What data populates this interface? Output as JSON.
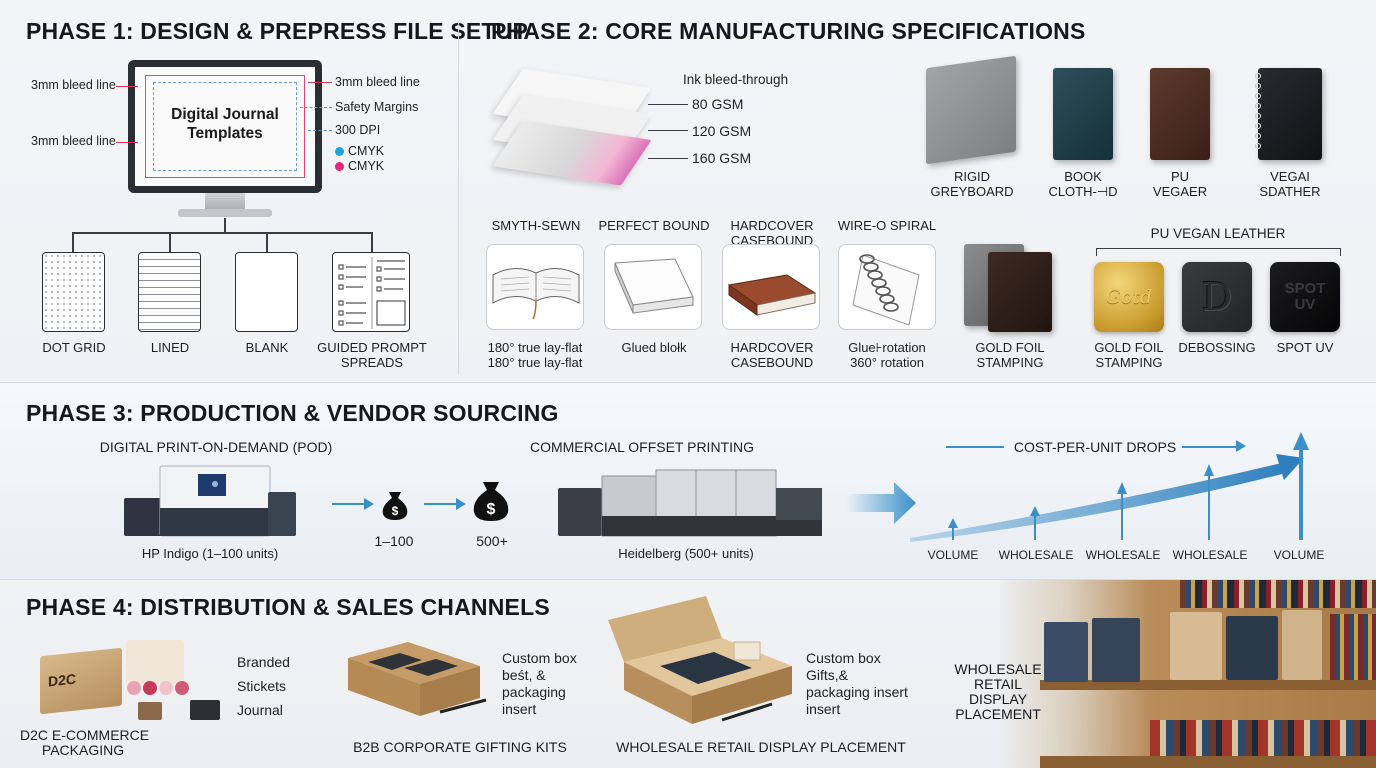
{
  "phase1": {
    "title": "PHASE 1: DESIGN & PREPRESS FILE SETUP",
    "screen_title_line1": "Digital Journal",
    "screen_title_line2": "Templates",
    "left_labels": [
      "3mm bleed line",
      "3mm bleed line"
    ],
    "right_labels": [
      "3mm bleed line",
      "Safety Margins",
      "300 DPI",
      "CMYK",
      "CMYK"
    ],
    "templates": [
      {
        "label": "DOT GRID"
      },
      {
        "label": "LINED"
      },
      {
        "label": "BLANK"
      },
      {
        "label": "GUIDED PROMPT",
        "label2": "SPREADS"
      }
    ]
  },
  "phase2": {
    "title": "PHASE 2: CORE MANUFACTURING SPECIFICATIONS",
    "paper_heading": "Ink bleed-through",
    "paper_weights": [
      "80 GSM",
      "120 GSM",
      "160 GSM"
    ],
    "covers": [
      {
        "l1": "RIGID",
        "l2": "GREYBOARD",
        "color": "#8e8f90"
      },
      {
        "l1": "BOOK",
        "l2": "CLOTH-⊣D",
        "color": "#1f3c44"
      },
      {
        "l1": "PU",
        "l2": "VEGAER",
        "color": "#4a2c22"
      },
      {
        "l1": "VEGAI",
        "l2": "SDATHER",
        "color": "#1e1f21"
      }
    ],
    "bindings": [
      {
        "title": "SMYTH-SEWN",
        "cap1": "180° true lay-flat",
        "cap2": "180° true lay-flat"
      },
      {
        "title": "PERFECT BOUND",
        "cap1": "Glued blołk",
        "cap2": ""
      },
      {
        "title": "HARDCOVER",
        "title2": "CASEBOUND",
        "cap1": "HARDCOVER",
        "cap2": "CASEBOUND"
      },
      {
        "title": "WIRE-O SPIRAL",
        "cap1": "Glue⊦rotation",
        "cap2": "360° rotation"
      }
    ],
    "foil_label1": "GOLD FOIL",
    "foil_label2": "STAMPING",
    "finish_heading": "PU VEGAN LEATHER",
    "finishes": [
      {
        "l1": "GOLD FOIL",
        "l2": "STAMPING",
        "mark": "Gotd"
      },
      {
        "l1": "DEBOSSING",
        "l2": "",
        "mark": "D"
      },
      {
        "l1": "SPOT UV",
        "l2": "",
        "mark": "SPOT UV"
      }
    ]
  },
  "phase3": {
    "title": "PHASE 3: PRODUCTION & VENDOR SOURCING",
    "pod_heading": "DIGITAL PRINT-ON-DEMAND (POD)",
    "pod_caption": "HP Indigo (1–100 units)",
    "tier1": "1–100",
    "tier2": "500+",
    "offset_heading": "COMMERCIAL OFFSET PRINTING",
    "offset_caption": "Heidelberg (500+ units)",
    "cost_heading": "COST-PER-UNIT DROPS",
    "cost_labels": [
      "VOLUME",
      "WHOLESALE",
      "WHOLESALE",
      "WHOLESALE",
      "VOLUME"
    ],
    "accent": "#3b8fc9"
  },
  "phase4": {
    "title": "PHASE 4: DISTRIBUTION & SALES CHANNELS",
    "d2c_list": [
      "Branded",
      "Stickets",
      "Journal"
    ],
    "d2c_caption1": "D2C E-COMMERCE",
    "d2c_caption2": "PACKAGING",
    "box_label": "D2C",
    "b2b_note": [
      "Custom box",
      "beśt, &",
      "packaging",
      "insert"
    ],
    "b2b_caption": "B2B CORPORATE GIFTING KITS",
    "retail_note": [
      "Custom box",
      "Gifts,&",
      "packaging insert",
      "insert"
    ],
    "retail_caption": "WHOLESALE RETAIL DISPLAY PLACEMENT",
    "shelf_label": [
      "WHOLESALE",
      "RETAIL",
      "DISPLAY",
      "PLACEMENT"
    ]
  }
}
